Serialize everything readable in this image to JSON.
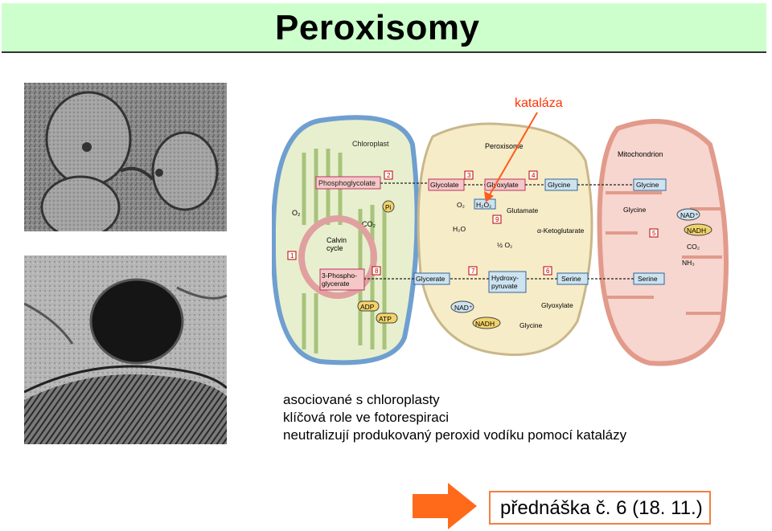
{
  "title": "Peroxisomy",
  "catalase_label": "kataláza",
  "bullets": [
    "asociované s chloroplasty",
    "klíčová role ve fotorespiraci",
    "neutralizují produkovaný peroxid vodíku pomocí katalázy"
  ],
  "lecture_link": "přednáška č. 6 (18. 11.)",
  "diagram": {
    "organelles": {
      "chloroplast": "Chloroplast",
      "peroxisome": "Peroxisome",
      "mitochondrion": "Mitochondrion"
    },
    "chloroplast_labels": {
      "phosphoglycolate": "Phosphoglycolate",
      "o2": "O₂",
      "co2": "CO₂",
      "pi": "Pi",
      "calvin": "Calvin",
      "cycle": "cycle",
      "pga1": "3-Phospho-",
      "pga2": "glycerate",
      "adp": "ADP",
      "atp": "ATP"
    },
    "peroxisome_labels": {
      "glycolate": "Glycolate",
      "glyoxylate": "Glyoxylate",
      "glycine": "Glycine",
      "o2": "O₂",
      "h2o2": "H₂O₂",
      "glutamate": "Glutamate",
      "h2o": "H₂O",
      "half_o2": "½ O₂",
      "ketoglutarate": "α-Ketoglutarate",
      "glycerate": "Glycerate",
      "hydroxy1": "Hydroxy-",
      "hydroxy2": "pyruvate",
      "serine": "Serine",
      "nad": "NAD⁺",
      "nadh": "NADH",
      "glyoxylate2": "Glyoxylate",
      "glycine2": "Glycine"
    },
    "mito_labels": {
      "glycine_box": "Glycine",
      "glycine": "Glycine",
      "nad": "NAD⁺",
      "nadh": "NADH",
      "co2": "CO₂",
      "nh3": "NH₃",
      "serine": "Serine"
    },
    "step_numbers": [
      "1",
      "2",
      "3",
      "4",
      "5",
      "6",
      "7",
      "8",
      "9"
    ]
  }
}
